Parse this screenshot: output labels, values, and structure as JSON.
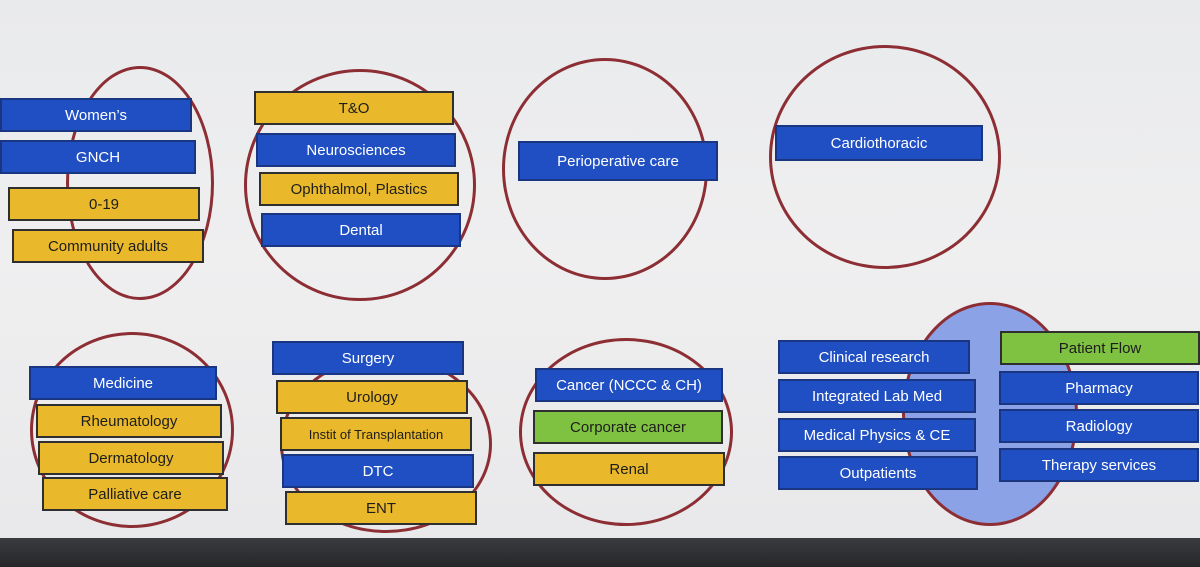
{
  "colors": {
    "blue": "#1f4fc2",
    "amber": "#e9b92b",
    "green": "#7fc241",
    "circle_outline": "#8c2e33",
    "filled_circle": "#8ca2e6"
  },
  "groups": [
    {
      "id": "group-1",
      "items": [
        {
          "label": "Women’s",
          "color": "blue"
        },
        {
          "label": "GNCH",
          "color": "blue"
        },
        {
          "label": "0-19",
          "color": "amber"
        },
        {
          "label": "Community adults",
          "color": "amber"
        }
      ]
    },
    {
      "id": "group-2",
      "items": [
        {
          "label": "T&O",
          "color": "amber"
        },
        {
          "label": "Neurosciences",
          "color": "blue"
        },
        {
          "label": "Ophthalmol, Plastics",
          "color": "amber"
        },
        {
          "label": "Dental",
          "color": "blue"
        }
      ]
    },
    {
      "id": "group-3",
      "items": [
        {
          "label": "Perioperative care",
          "color": "blue"
        }
      ]
    },
    {
      "id": "group-4",
      "items": [
        {
          "label": "Cardiothoracic",
          "color": "blue"
        }
      ]
    },
    {
      "id": "group-5",
      "items": [
        {
          "label": "Medicine",
          "color": "blue"
        },
        {
          "label": "Rheumatology",
          "color": "amber"
        },
        {
          "label": "Dermatology",
          "color": "amber"
        },
        {
          "label": "Palliative care",
          "color": "amber"
        }
      ]
    },
    {
      "id": "group-6",
      "items": [
        {
          "label": "Surgery",
          "color": "blue"
        },
        {
          "label": "Urology",
          "color": "amber"
        },
        {
          "label": "Instit of Transplantation",
          "color": "amber"
        },
        {
          "label": "DTC",
          "color": "blue"
        },
        {
          "label": "ENT",
          "color": "amber"
        }
      ]
    },
    {
      "id": "group-7",
      "items": [
        {
          "label": "Cancer (NCCC & CH)",
          "color": "blue"
        },
        {
          "label": "Corporate cancer",
          "color": "green"
        },
        {
          "label": "Renal",
          "color": "amber"
        }
      ]
    },
    {
      "id": "group-8",
      "items": [
        {
          "label": "Clinical research",
          "color": "blue"
        },
        {
          "label": "Integrated Lab Med",
          "color": "blue"
        },
        {
          "label": "Medical Physics & CE",
          "color": "blue"
        },
        {
          "label": "Outpatients",
          "color": "blue"
        },
        {
          "label": "Patient Flow",
          "color": "green"
        },
        {
          "label": "Pharmacy",
          "color": "blue"
        },
        {
          "label": "Radiology",
          "color": "blue"
        },
        {
          "label": "Therapy services",
          "color": "blue"
        }
      ]
    }
  ]
}
